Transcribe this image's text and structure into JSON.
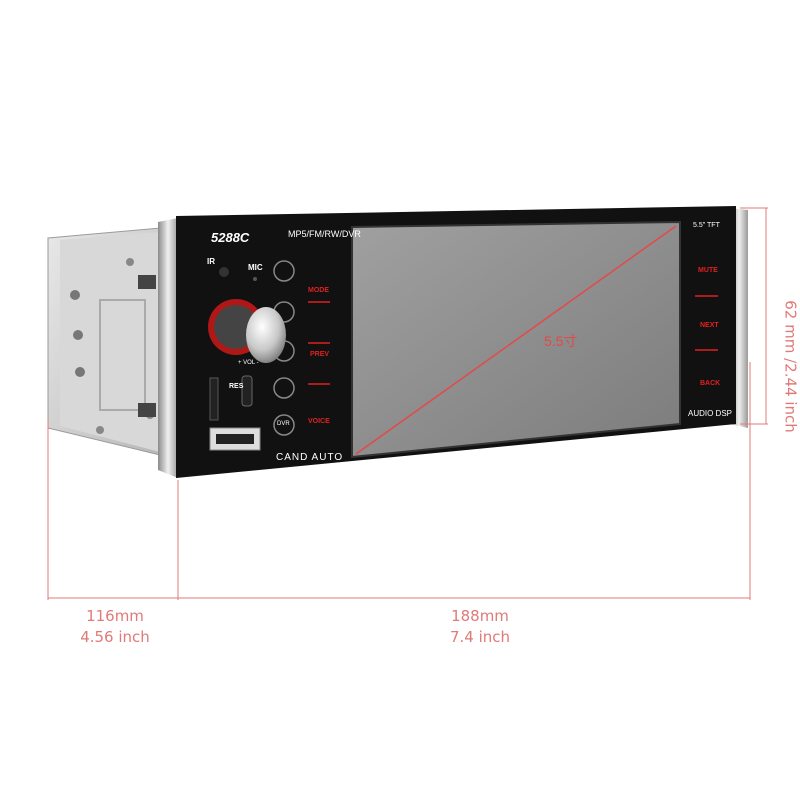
{
  "product": {
    "model": "5288C",
    "features": "MP5/FM/RW/DVR",
    "screen_size_label": "5.5\" TFT",
    "audio_label": "AUDIO DSP",
    "brand": "CAND AUTO",
    "screen_center_text": "5.5寸",
    "ir_label": "IR",
    "mic_label": "MIC",
    "res_label": "RES",
    "vol_label": "+ VOL -",
    "buttons_left": [
      {
        "label": "MODE"
      },
      {
        "label": "PREV"
      },
      {
        "label": "VOICE"
      }
    ],
    "small_buttons_left": [
      {
        "label": "DVR"
      }
    ],
    "buttons_right": [
      {
        "label": "MUTE"
      },
      {
        "label": "NEXT"
      },
      {
        "label": "BACK"
      }
    ]
  },
  "dimensions": {
    "depth_mm": "116mm",
    "depth_inch": "4.56 inch",
    "width_mm": "188mm",
    "width_inch": "7.4 inch",
    "height": "62 mm /2.44 inch"
  },
  "colors": {
    "dimension_line": "#e07a78",
    "button_red": "#e02020",
    "panel": "#111111",
    "screen": "#909090"
  }
}
